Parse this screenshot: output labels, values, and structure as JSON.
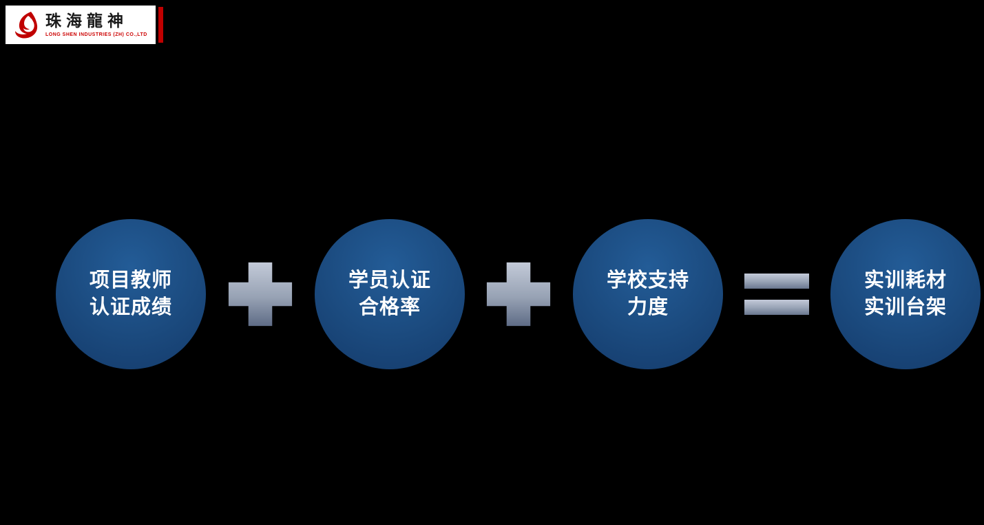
{
  "logo": {
    "company_name": "珠海龍神",
    "company_subtitle": "LONG SHEN INDUSTRIES (ZH) CO.,LTD",
    "brand_red": "#c00000",
    "dragon_icon": "dragon-icon"
  },
  "diagram": {
    "type": "equation-flow",
    "circle_color": "#1b4a7e",
    "text_color": "#ffffff",
    "operator_gradient_top": "#c3cad8",
    "operator_gradient_bottom": "#5f6c86",
    "nodes": [
      {
        "line1": "项目教师",
        "line2": "认证成绩"
      },
      {
        "line1": "学员认证",
        "line2": "合格率"
      },
      {
        "line1": "学校支持",
        "line2": "力度"
      },
      {
        "line1": "实训耗材",
        "line2": "实训台架"
      }
    ],
    "operators": [
      {
        "type": "plus",
        "icon": "plus-icon"
      },
      {
        "type": "plus",
        "icon": "plus-icon"
      },
      {
        "type": "equals",
        "icon": "equals-icon"
      }
    ]
  }
}
